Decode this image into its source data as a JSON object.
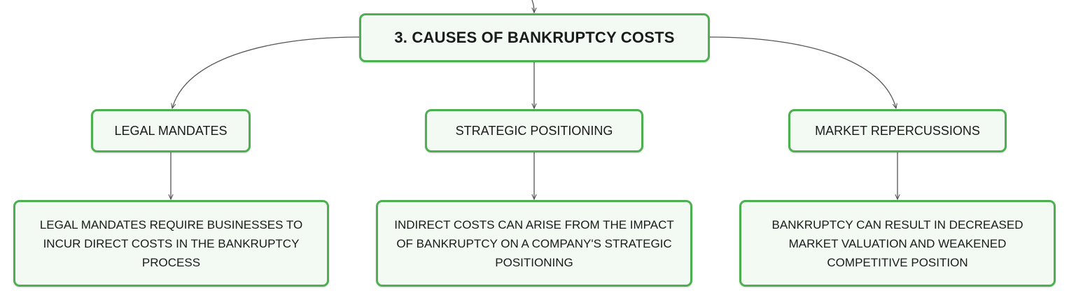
{
  "diagram": {
    "root": {
      "label": "3. CAUSES OF BANKRUPTCY COSTS"
    },
    "branches": [
      {
        "label": "LEGAL MANDATES",
        "detail": "LEGAL MANDATES REQUIRE BUSINESSES TO INCUR DIRECT COSTS IN THE BANKRUPTCY PROCESS"
      },
      {
        "label": "STRATEGIC POSITIONING",
        "detail": "INDIRECT COSTS CAN ARISE FROM THE IMPACT OF BANKRUPTCY ON A COMPANY'S STRATEGIC POSITIONING"
      },
      {
        "label": "MARKET REPERCUSSIONS",
        "detail": "BANKRUPTCY CAN RESULT IN DECREASED MARKET VALUATION AND WEAKENED COMPETITIVE POSITION"
      }
    ],
    "colors": {
      "node_border": "#4caf50",
      "node_fill": "#f2faf3",
      "connector": "#555555"
    }
  }
}
